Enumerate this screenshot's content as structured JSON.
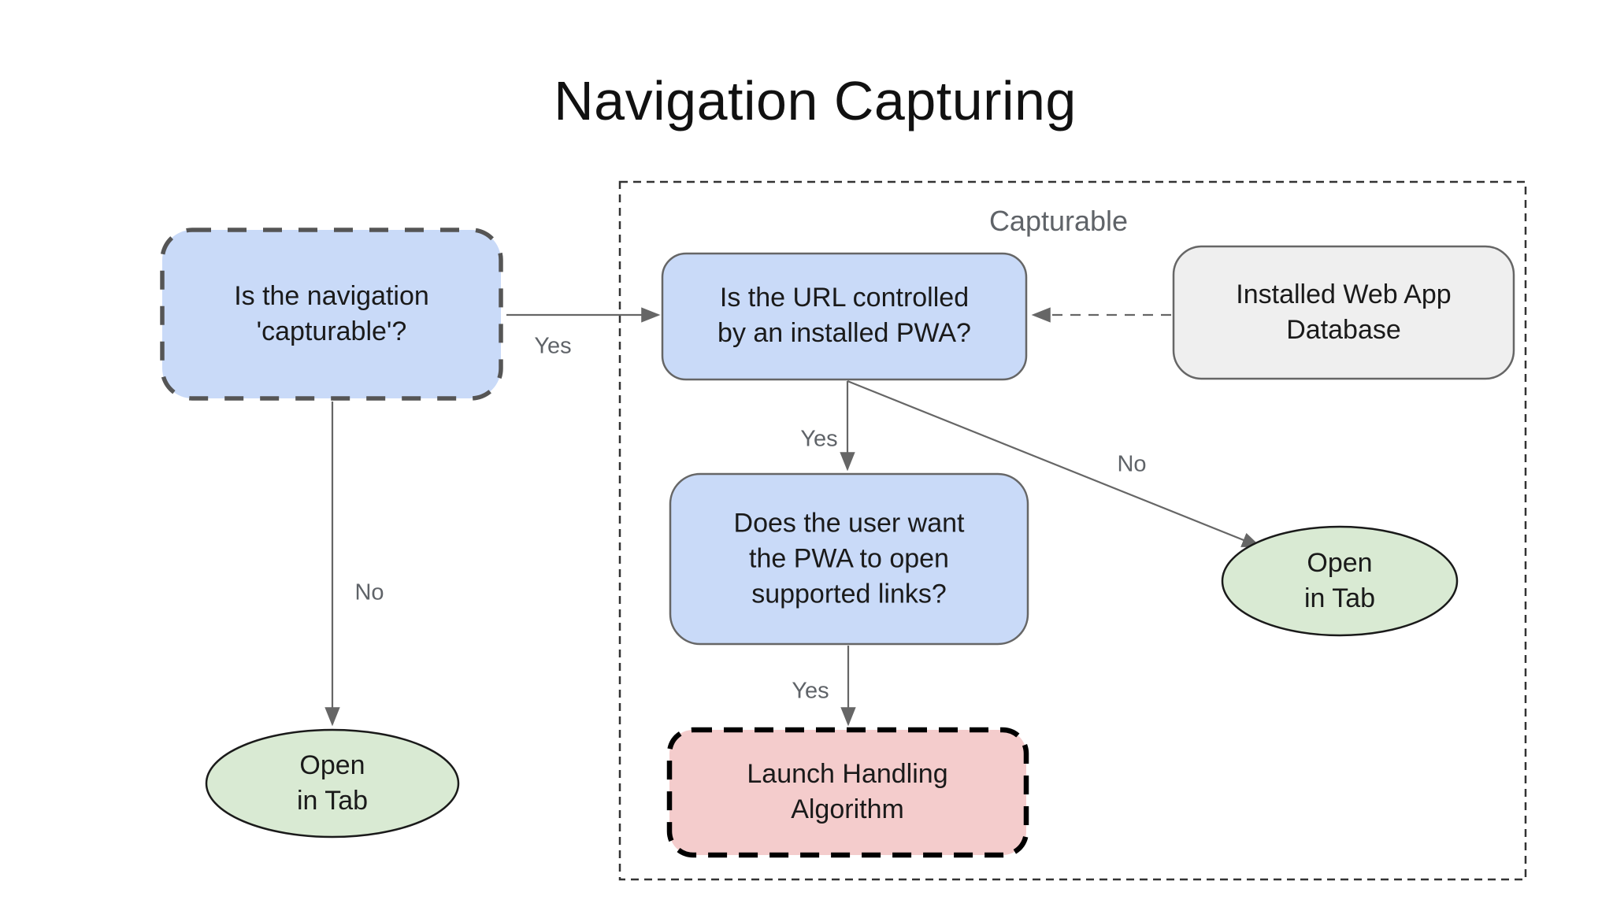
{
  "title": "Navigation Capturing",
  "colors": {
    "decision_fill": "#c9daf8",
    "terminal_fill": "#d9ead3",
    "database_fill": "#efefef",
    "launch_fill": "#f4cccc",
    "edge": "#666666",
    "edge_label": "#5f6368",
    "container_stroke": "#333333",
    "dashed_box_stroke": "#555555",
    "launch_box_stroke": "#000000",
    "text": "#1a1a1a"
  },
  "container": {
    "label": "Capturable"
  },
  "nodes": {
    "is_capturable": {
      "text": "Is the navigation\n'capturable'?"
    },
    "url_controlled": {
      "text": "Is the URL controlled\nby an installed PWA?"
    },
    "installed_db": {
      "text": "Installed Web App\nDatabase"
    },
    "user_wants_links": {
      "text": "Does the user want\nthe PWA to open\nsupported links?"
    },
    "launch_handling": {
      "text": "Launch Handling\nAlgorithm"
    },
    "open_in_tab_left": {
      "text": "Open\nin Tab"
    },
    "open_in_tab_right": {
      "text": "Open\nin Tab"
    }
  },
  "edge_labels": {
    "capturable_yes": "Yes",
    "capturable_no": "No",
    "controlled_yes": "Yes",
    "controlled_no": "No",
    "links_yes": "Yes"
  }
}
